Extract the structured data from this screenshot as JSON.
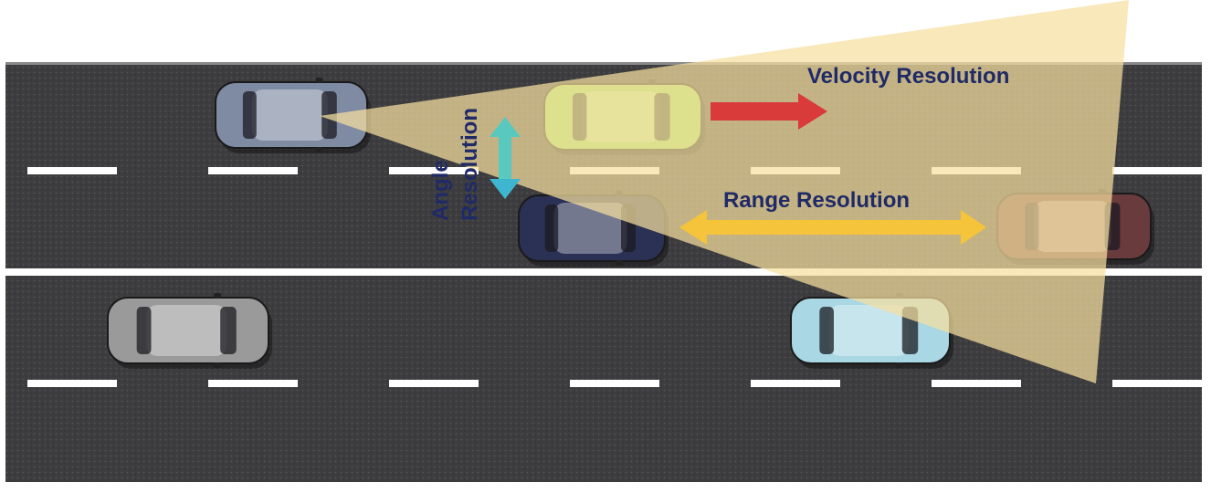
{
  "labels": {
    "velocity": "Velocity Resolution",
    "range": "Range Resolution",
    "angle_line1": "Angle",
    "angle_line2": "Resolution"
  },
  "colors": {
    "label_text": "#1f2a66",
    "velocity_arrow": "#d93a3a",
    "range_arrow": "#f6c43a",
    "angle_arrow": "#59c9c0",
    "radar_beam": "#f6dfa0",
    "road": "#3d3d3f",
    "lane_marking": "#ffffff"
  },
  "vehicles": [
    {
      "name": "radar-car",
      "color": "#7f8aa3"
    },
    {
      "name": "target-car-green",
      "color": "#9be35a"
    },
    {
      "name": "target-car-navy",
      "color": "#2a3154"
    },
    {
      "name": "target-car-maroon",
      "color": "#6a3b3c"
    },
    {
      "name": "car-gray",
      "color": "#9a9a9a"
    },
    {
      "name": "car-light-blue",
      "color": "#a9d7e4"
    }
  ]
}
